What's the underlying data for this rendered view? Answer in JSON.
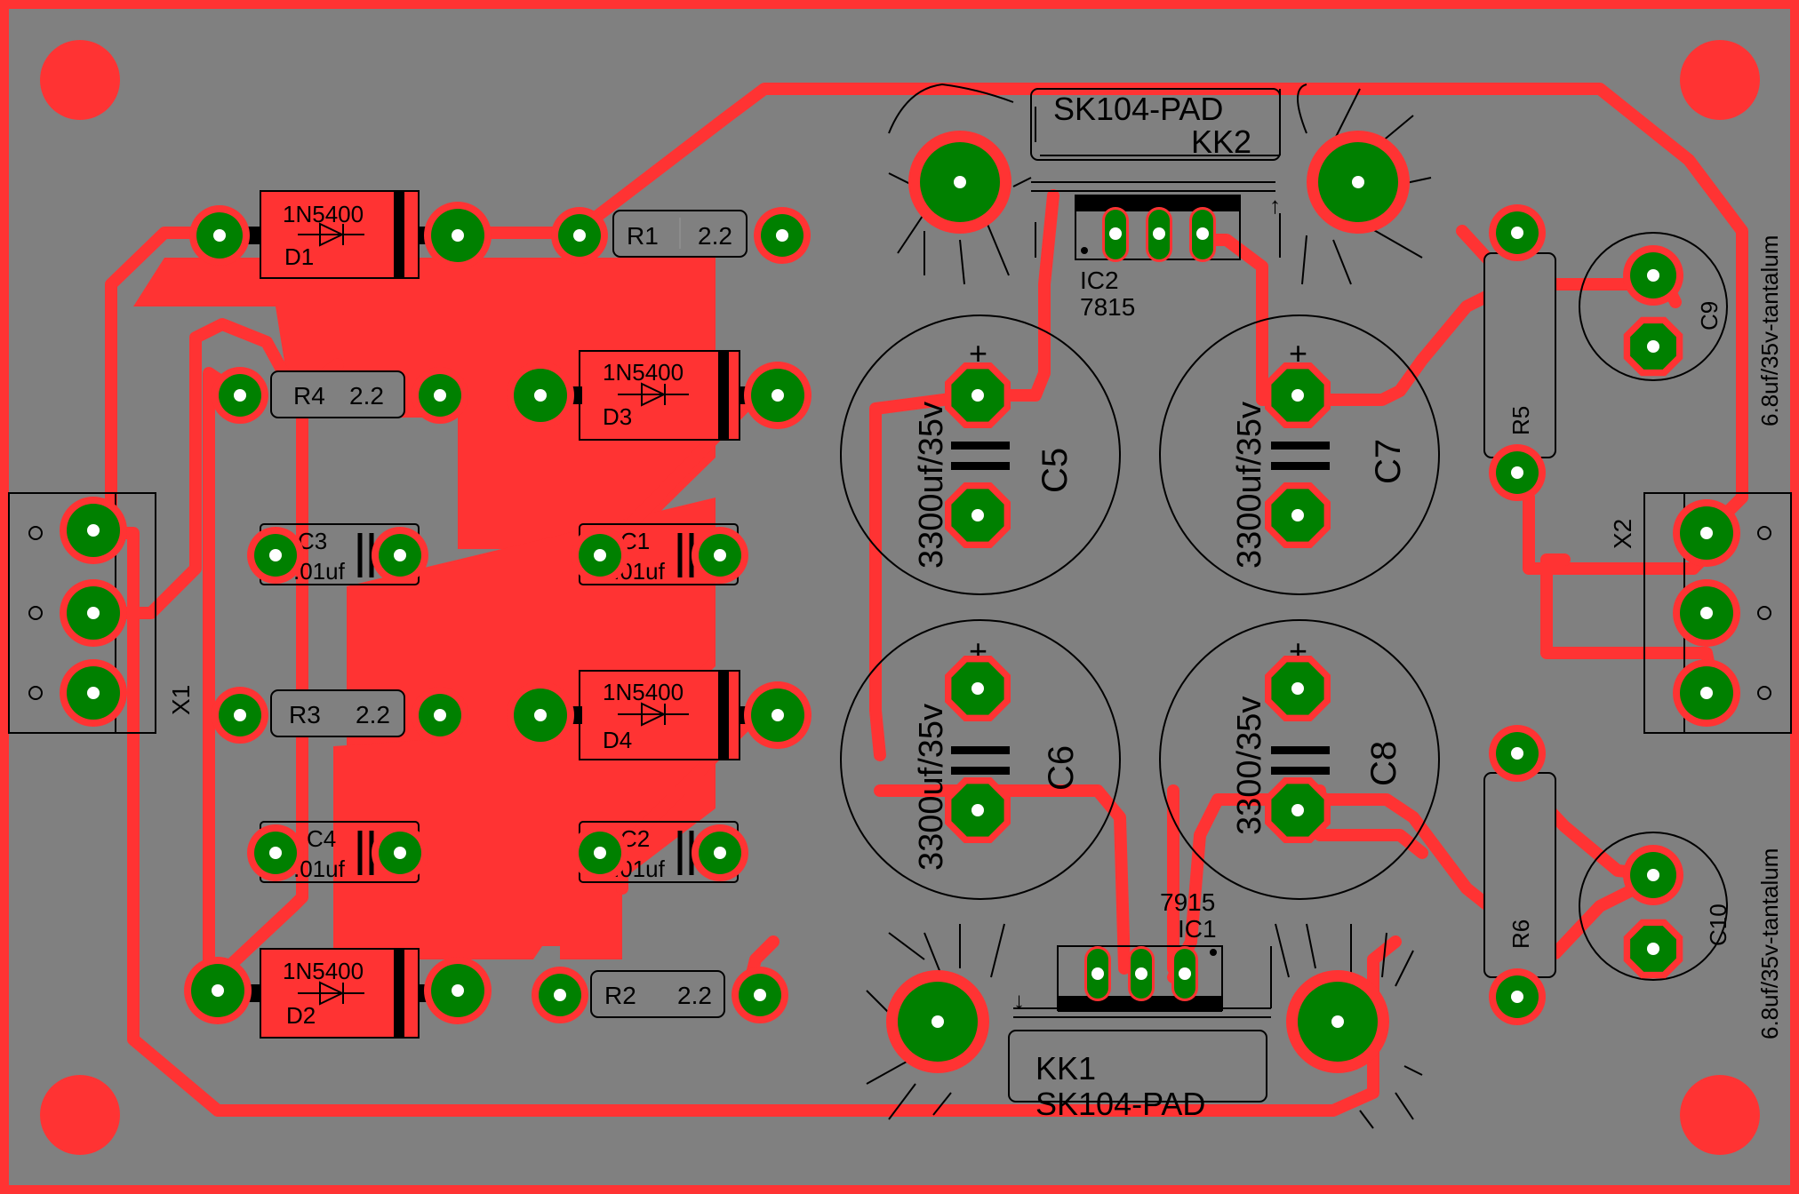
{
  "board": {
    "background": "#808080",
    "copper": "#ff3333",
    "pad": "#008000",
    "drill": "#ffffff",
    "silk": "#000000"
  },
  "labels": {
    "d1_value": "1N5400",
    "d1_name": "D1",
    "d2_value": "1N5400",
    "d2_name": "D2",
    "d3_value": "1N5400",
    "d3_name": "D3",
    "d4_value": "1N5400",
    "d4_name": "D4",
    "r1_name": "R1",
    "r1_value": "2.2",
    "r2_name": "R2",
    "r2_value": "2.2",
    "r3_name": "R3",
    "r3_value": "2.2",
    "r4_name": "R4",
    "r4_value": "2.2",
    "r5_name": "R5",
    "r6_name": "R6",
    "c1_name": "C1",
    "c1_value": ".01uf",
    "c2_name": "C2",
    "c2_value": ".01uf",
    "c3_name": "C3",
    "c3_value": ".01uf",
    "c4_name": "C4",
    "c4_value": ".01uf",
    "c5_name": "C5",
    "c5_value": "3300uf/35v",
    "c6_name": "C6",
    "c6_value": "3300uf/35v",
    "c7_name": "C7",
    "c7_value": "3300uf/35v",
    "c8_name": "C8",
    "c8_value": "3300/35v",
    "c9_name": "C9",
    "c9_value": "6.8uf/35v-tantalum",
    "c10_name": "C10",
    "c10_value": "6.8uf/35v-tantalum",
    "kk2_type": "SK104-PAD",
    "kk2_name": "KK2",
    "kk1_type": "SK104-PAD",
    "kk1_name": "KK1",
    "ic2_name": "IC2",
    "ic2_value": "7815",
    "ic1_name": "IC1",
    "ic1_value": "7915",
    "x1_name": "X1",
    "x2_name": "X2",
    "plus": "+",
    "arrow_up": "↑",
    "arrow_down": "↓"
  }
}
